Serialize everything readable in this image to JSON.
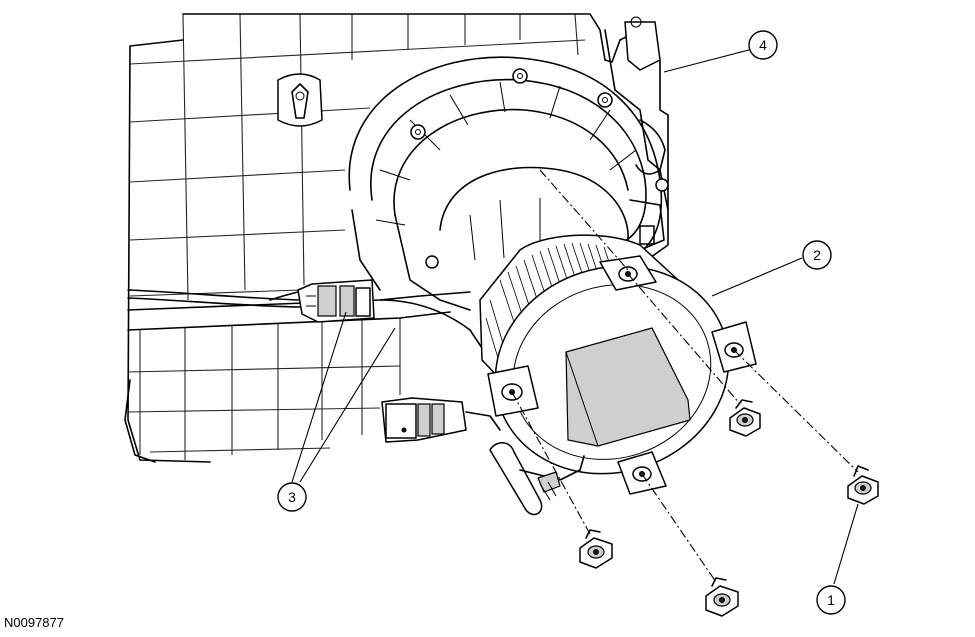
{
  "figure": {
    "reference_code": "N0097877",
    "callouts": [
      {
        "id": "c1",
        "label": "1"
      },
      {
        "id": "c2",
        "label": "2"
      },
      {
        "id": "c3",
        "label": "3"
      },
      {
        "id": "c4",
        "label": "4"
      }
    ]
  }
}
